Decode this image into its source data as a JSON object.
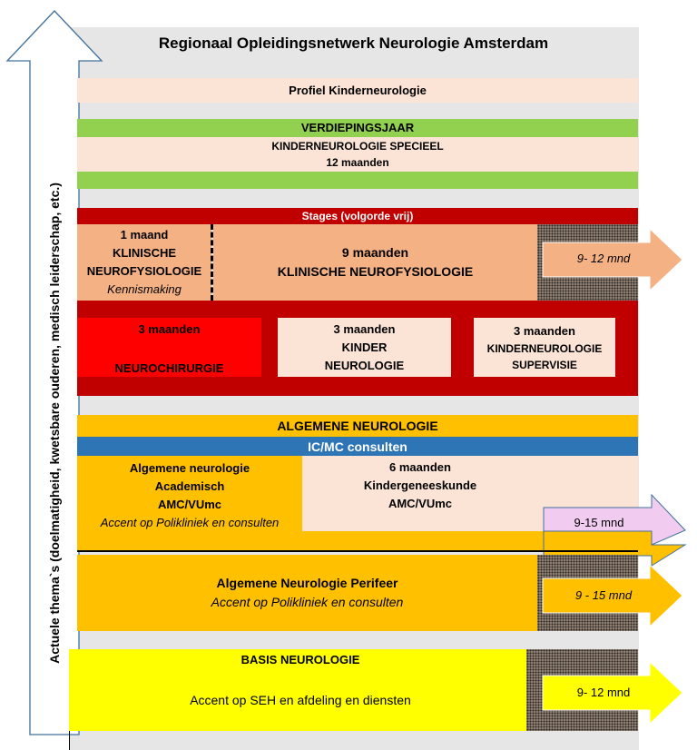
{
  "title": "Regionaal Opleidingsnetwerk Neurologie Amsterdam",
  "side_arrow": {
    "label": "Actuele thema`s (doelmatigheid, kwetsbare ouderen, medisch leiderschap, etc.)"
  },
  "profile": {
    "label": "Profiel Kinderneurologie"
  },
  "verdiepingsjaar": {
    "header": "VERDIEPINGSJAAR",
    "line1": "KINDERNEUROLOGIE SPECIEEL",
    "line2": "12 maanden"
  },
  "stages": {
    "header": "Stages (volgorde vrij)",
    "klinische_short": {
      "duration": "1 maand",
      "line1": "KLINISCHE",
      "line2": "NEUROFYSIOLOGIE",
      "note": "Kennismaking"
    },
    "klinische_long": {
      "duration": "9 maanden",
      "line1": "KLINISCHE NEUROFYSIOLOGIE"
    },
    "arrow_label": "9- 12 mnd",
    "neurochirurgie": {
      "duration": "3 maanden",
      "line1": "NEUROCHIRURGIE"
    },
    "kinderneurologie": {
      "duration": "3 maanden",
      "line1": "KINDER",
      "line2": "NEUROLOGIE"
    },
    "supervisie": {
      "duration": "3 maanden",
      "line1": "KINDERNEUROLOGIE",
      "line2": "SUPERVISIE"
    }
  },
  "algemene": {
    "header": "ALGEMENE NEUROLOGIE",
    "consults": "IC/MC consulten",
    "academisch": {
      "line1": "Algemene neurologie",
      "line2": "Academisch",
      "line3": "AMC/VUmc",
      "note": "Accent op Polikliniek en consulten"
    },
    "kinder": {
      "duration": "6 maanden",
      "line1": "Kindergeneeskunde",
      "line2": "AMC/VUmc"
    },
    "arrow_label": "9-15 mnd"
  },
  "perifeer": {
    "line1": "Algemene Neurologie Perifeer",
    "note": "Accent op Polikliniek en consulten",
    "arrow_label": "9 - 15 mnd"
  },
  "basis": {
    "header": "BASIS NEUROLOGIE",
    "note": "Accent op SEH en afdeling en diensten",
    "arrow_label": "9- 12 mnd"
  },
  "colors": {
    "background_panel": "#e6e6e6",
    "profile_fill": "#fbe3d6",
    "green": "#92d050",
    "dark_red": "#c00000",
    "salmon": "#f4b183",
    "red": "#ff0000",
    "orange": "#ffc000",
    "blue": "#2e75b6",
    "lilac": "#f2ccf0",
    "yellow": "#ffff00",
    "arrow_outline": "#41719c"
  }
}
